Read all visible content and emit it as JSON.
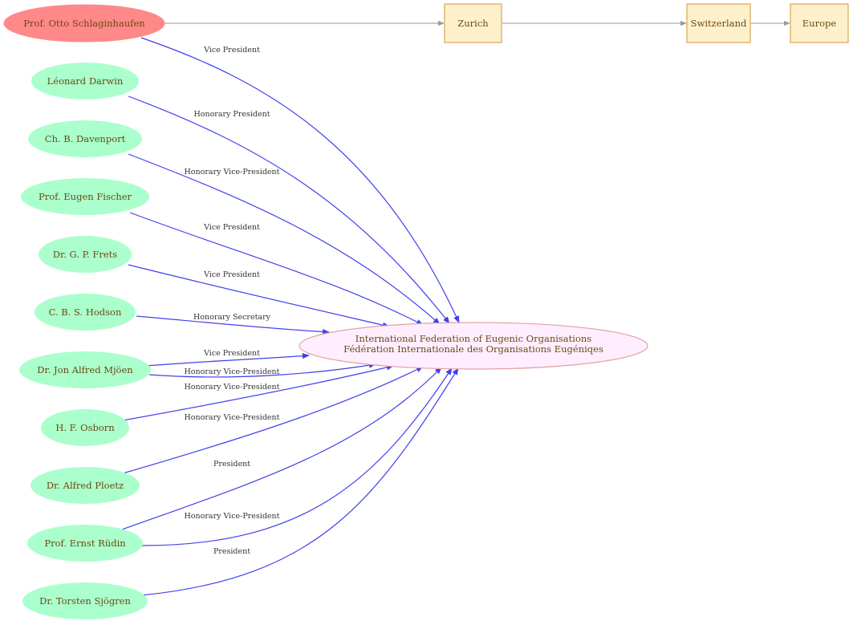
{
  "colors": {
    "person_fill": "#aaffcc",
    "root_person_fill": "#ff8888",
    "place_fill": "#fff0cc",
    "place_stroke": "#d9a550",
    "org_fill": "#ffeeff",
    "org_stroke": "#e3a0a0",
    "role_edge": "#4040ee",
    "place_edge": "#999999",
    "text": "#6b4a12"
  },
  "organisation": {
    "line1": "International Federation of Eugenic Organisations",
    "line2": "Fédération Internationale des Organisations Eugéniqes"
  },
  "places": [
    "Zurich",
    "Switzerland",
    "Europe"
  ],
  "root_person": {
    "name": "Prof. Otto Schlaginhaufen",
    "role": "Vice President"
  },
  "people": [
    {
      "name": "Léonard Darwin",
      "role": "Honorary President"
    },
    {
      "name": "Ch. B. Davenport",
      "role": "Honorary Vice-President"
    },
    {
      "name": "Prof. Eugen Fischer",
      "role": "Vice President"
    },
    {
      "name": "Dr. G. P. Frets",
      "role": "Vice President"
    },
    {
      "name": "C. B. S. Hodson",
      "role": "Honorary Secretary"
    },
    {
      "name": "Dr. Jon Alfred Mjöen",
      "role": "Vice President",
      "role2": "Honorary Vice-President"
    },
    {
      "name": "H. F. Osborn",
      "role": "Honorary Vice-President"
    },
    {
      "name": "Dr. Alfred Ploetz",
      "role": "Honorary Vice-President"
    },
    {
      "name": "Prof. Ernst Rüdin",
      "role": "President",
      "role2": "Honorary Vice-President"
    },
    {
      "name": "Dr. Torsten Sjögren",
      "role": "President"
    }
  ]
}
